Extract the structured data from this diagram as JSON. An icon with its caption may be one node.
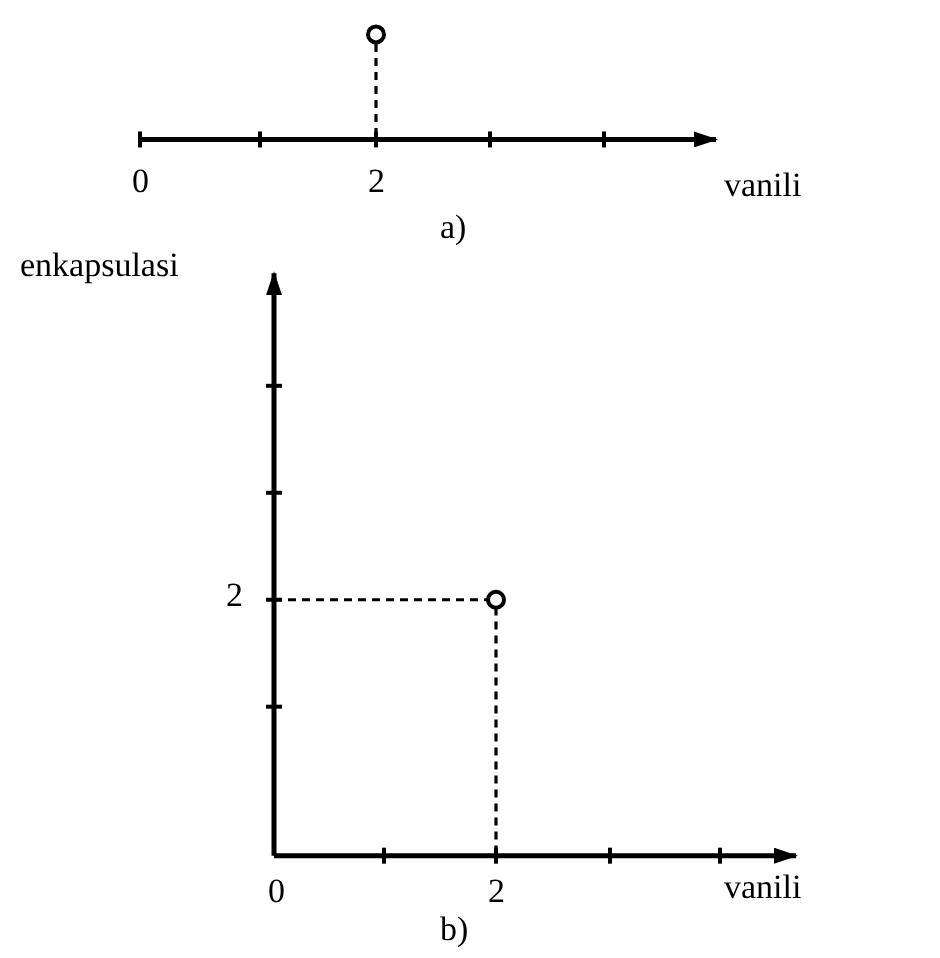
{
  "diagram": {
    "labels": [
      "0",
      "2",
      "vanili",
      "a)",
      "enkapsulasi",
      "2",
      "0",
      "2",
      "vanili",
      "b)"
    ]
  }
}
